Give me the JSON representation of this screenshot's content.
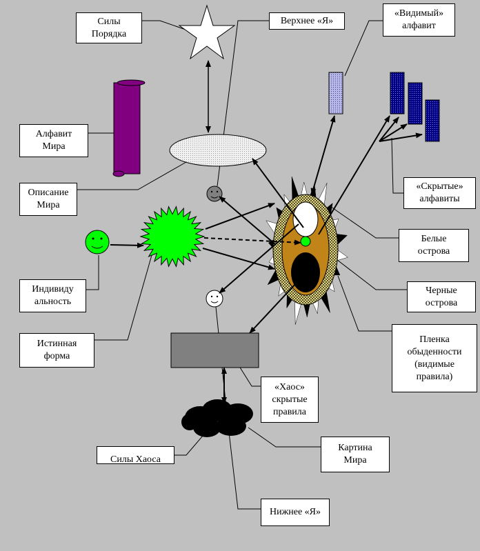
{
  "labels": {
    "order_forces": "Силы\nПорядка",
    "upper_self": "Верхнее «Я»",
    "visible_alphabet": "«Видимый»\nалфавит",
    "world_alphabet": "Алфавит\nМира",
    "world_description": "Описание\nМира",
    "hidden_alphabets": "«Скрытые»\nалфавиты",
    "white_islands": "Белые\nострова",
    "black_islands": "Черные\nострова",
    "individuality": "Индивиду\nальность",
    "true_form": "Истинная\nформа",
    "everyday_film": "Пленка\nобыденности\n(видимые\nправила)",
    "chaos_hidden_rules": "«Хаос»\nскрытые\nправила",
    "world_picture": "Картина\nМира",
    "chaos_forces": "Силы Хаоса",
    "lower_self": "Нижнее «Я»"
  },
  "colors": {
    "background": "#c0c0c0",
    "purple_scroll": "#800080",
    "blue_scroll": "#000080",
    "green": "#00ff00",
    "egg_brown": "#c08418",
    "gray_rect": "#808080"
  }
}
